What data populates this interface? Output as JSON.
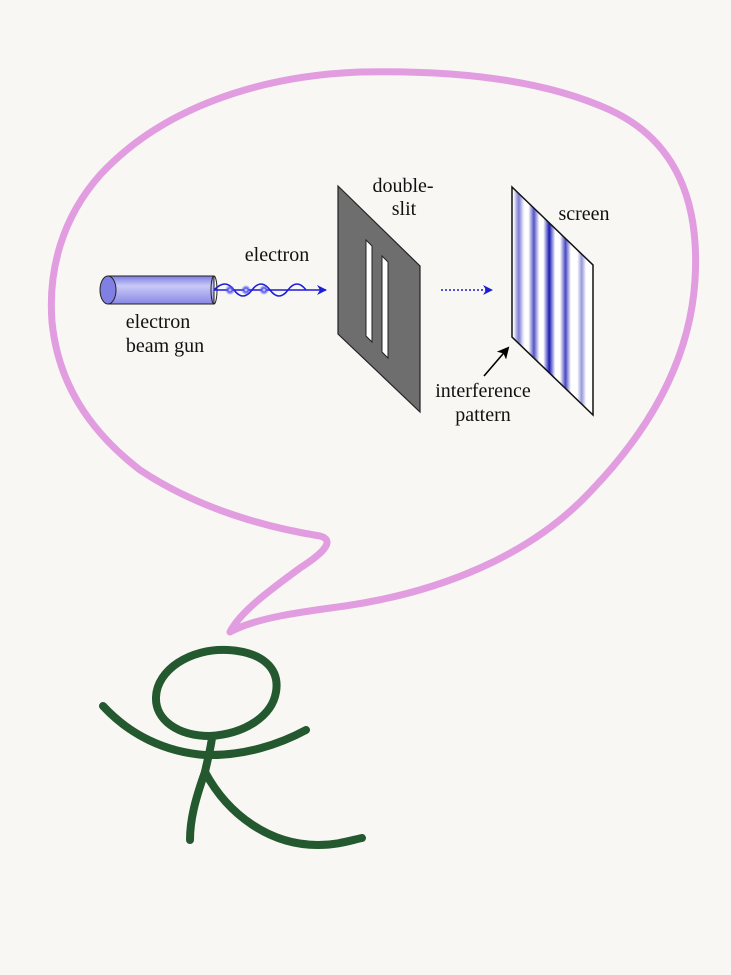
{
  "labels": {
    "electron": "electron",
    "gun_line1": "electron",
    "gun_line2": "beam gun",
    "slit_line1": "double-",
    "slit_line2": "slit",
    "screen": "screen",
    "pattern_line1": "interference",
    "pattern_line2": "pattern"
  },
  "colors": {
    "background": "#f8f7f3",
    "bubble_outline": "#e19de0",
    "stick_figure": "#24582f",
    "gun_body": "#a9a9ee",
    "electron_wave": "#1d1dd6",
    "slit_plate": "#6e6e6e",
    "fringes": "#1a1ab4"
  },
  "icons": {
    "gun": "electron-beam-gun-icon",
    "plate": "double-slit-plate-icon",
    "screen": "detection-screen-icon",
    "figure": "stick-figure-icon"
  }
}
